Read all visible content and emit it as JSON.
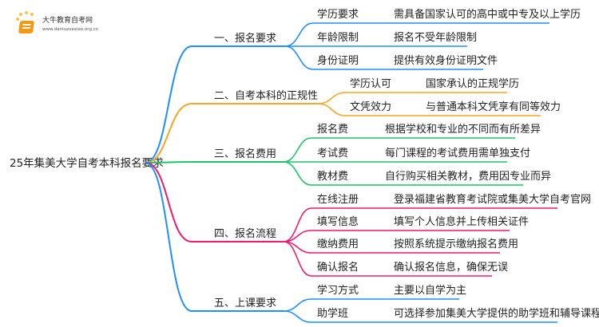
{
  "logo": {
    "name": "大牛教育自考网",
    "url": "www.daniuzuexiao.org.cn"
  },
  "root": {
    "label": "25年集美大学自考本科报名要求"
  },
  "branches": [
    {
      "label": "一、报名要求",
      "color": "#1e8fff",
      "leaves": [
        {
          "label": "学历要求",
          "value": "需具备国家认可的高中或中专及以上学历"
        },
        {
          "label": "年龄限制",
          "value": "报名不受年龄限制"
        },
        {
          "label": "身份证明",
          "value": "提供有效身份证明文件"
        }
      ]
    },
    {
      "label": "二、自考本科的正规性",
      "color": "#f5a623",
      "leaves": [
        {
          "label": "学历认可",
          "value": "国家承认的正规学历"
        },
        {
          "label": "文凭效力",
          "value": "与普通本科文凭享有同等效力"
        }
      ]
    },
    {
      "label": "三、报名费用",
      "color": "#1fc46a",
      "leaves": [
        {
          "label": "报名费",
          "value": "根据学校和专业的不同而有所差异"
        },
        {
          "label": "考试费",
          "value": "每门课程的考试费用需单独支付"
        },
        {
          "label": "教材费",
          "value": "自行购买相关教材，费用因专业而异"
        }
      ]
    },
    {
      "label": "四、报名流程",
      "color": "#f2196e",
      "leaves": [
        {
          "label": "在线注册",
          "value": "登录福建省教育考试院或集美大学自考官网"
        },
        {
          "label": "填写信息",
          "value": "填写个人信息并上传相关证件"
        },
        {
          "label": "缴纳费用",
          "value": "按照系统提示缴纳报名费用"
        },
        {
          "label": "确认报名",
          "value": "确认报名信息，确保无误"
        }
      ]
    },
    {
      "label": "五、上课要求",
      "color": "#1e8fff",
      "leaves": [
        {
          "label": "学习方式",
          "value": "主要以自学为主"
        },
        {
          "label": "助学班",
          "value": "可选择参加集美大学提供的助学班和辅导课程"
        }
      ]
    }
  ]
}
